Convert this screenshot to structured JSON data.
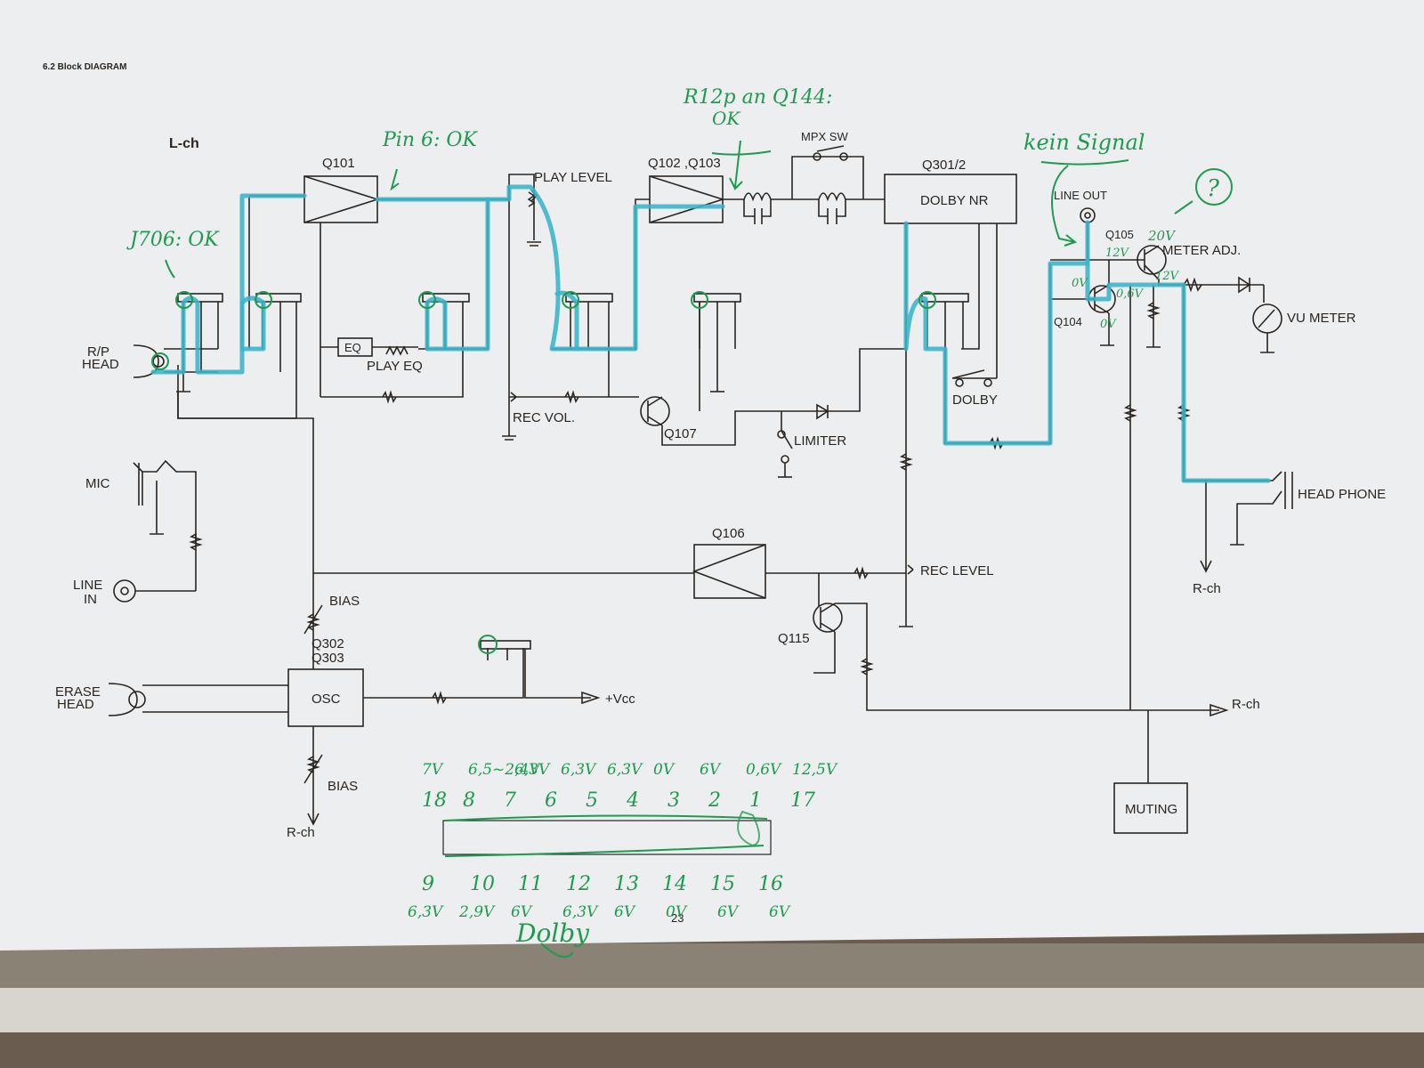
{
  "header": {
    "section_title": "6.2 Block DIAGRAM",
    "page_number": "23"
  },
  "channel": {
    "label": "L-ch"
  },
  "blocks": {
    "q101": "Q101",
    "q102_q103": "Q102 ,Q103",
    "mpx_sw": "MPX SW",
    "q301_2": "Q301/2",
    "dolby_nr": "DOLBY NR",
    "eq": "EQ",
    "play_eq": "PLAY EQ",
    "play_level": "PLAY LEVEL",
    "rec_vol": "REC VOL.",
    "q107": "Q107",
    "limiter": "LIMITER",
    "dolby_sw": "DOLBY",
    "line_out": "LINE OUT",
    "q105": "Q105",
    "meter_adj": "METER ADJ.",
    "q104": "Q104",
    "vu_meter": "VU METER",
    "head_phone": "HEAD PHONE",
    "q106": "Q106",
    "rec_level": "REC LEVEL",
    "q115": "Q115",
    "bias_top": "BIAS",
    "q302": "Q302",
    "q303": "Q303",
    "osc": "OSC",
    "bias_bottom": "BIAS",
    "vcc": "+Vcc",
    "muting": "MUTING"
  },
  "io": {
    "rp_head_1": "R/P",
    "rp_head_2": "HEAD",
    "mic": "MIC",
    "line_in_1": "LINE",
    "line_in_2": "IN",
    "erase_head_1": "ERASE",
    "erase_head_2": "HEAD",
    "rch_osc": "R-ch",
    "rch_muting": "R-ch",
    "rch_headphone": "R-ch"
  },
  "annotations": {
    "pin6": "Pin 6: OK",
    "j706": "J706: OK",
    "r12p": "R12p an Q144:",
    "r12p_ok": "OK",
    "kein_signal": "kein Signal",
    "question": "?",
    "q105_v": "20V",
    "q105_b": "12V",
    "q105_e": "12V",
    "q104_c": "0V",
    "q104_b": "0,6V",
    "q104_e": "0V",
    "dolby_label": "Dolby"
  },
  "ic_pins": {
    "top_numbers": [
      "18",
      "8",
      "7",
      "6",
      "5",
      "4",
      "3",
      "2",
      "1",
      "17"
    ],
    "top_voltages": [
      "7V",
      "6,5~2,4V",
      "6,3V",
      "6,3V",
      "6,3V",
      "0V",
      "6V",
      "0,6V",
      "12,5V"
    ],
    "bottom_numbers": [
      "9",
      "10",
      "11",
      "12",
      "13",
      "14",
      "15",
      "16"
    ],
    "bottom_voltages": [
      "6,3V",
      "2,9V",
      "6V",
      "6,3V",
      "6V",
      "0V",
      "6V",
      "6V"
    ]
  },
  "colors": {
    "paper": "#eceef0",
    "ink": "#2a2520",
    "marker_trace": "#3ab4c8",
    "pen": "#1f9a50",
    "table": "#6a5c4f"
  }
}
